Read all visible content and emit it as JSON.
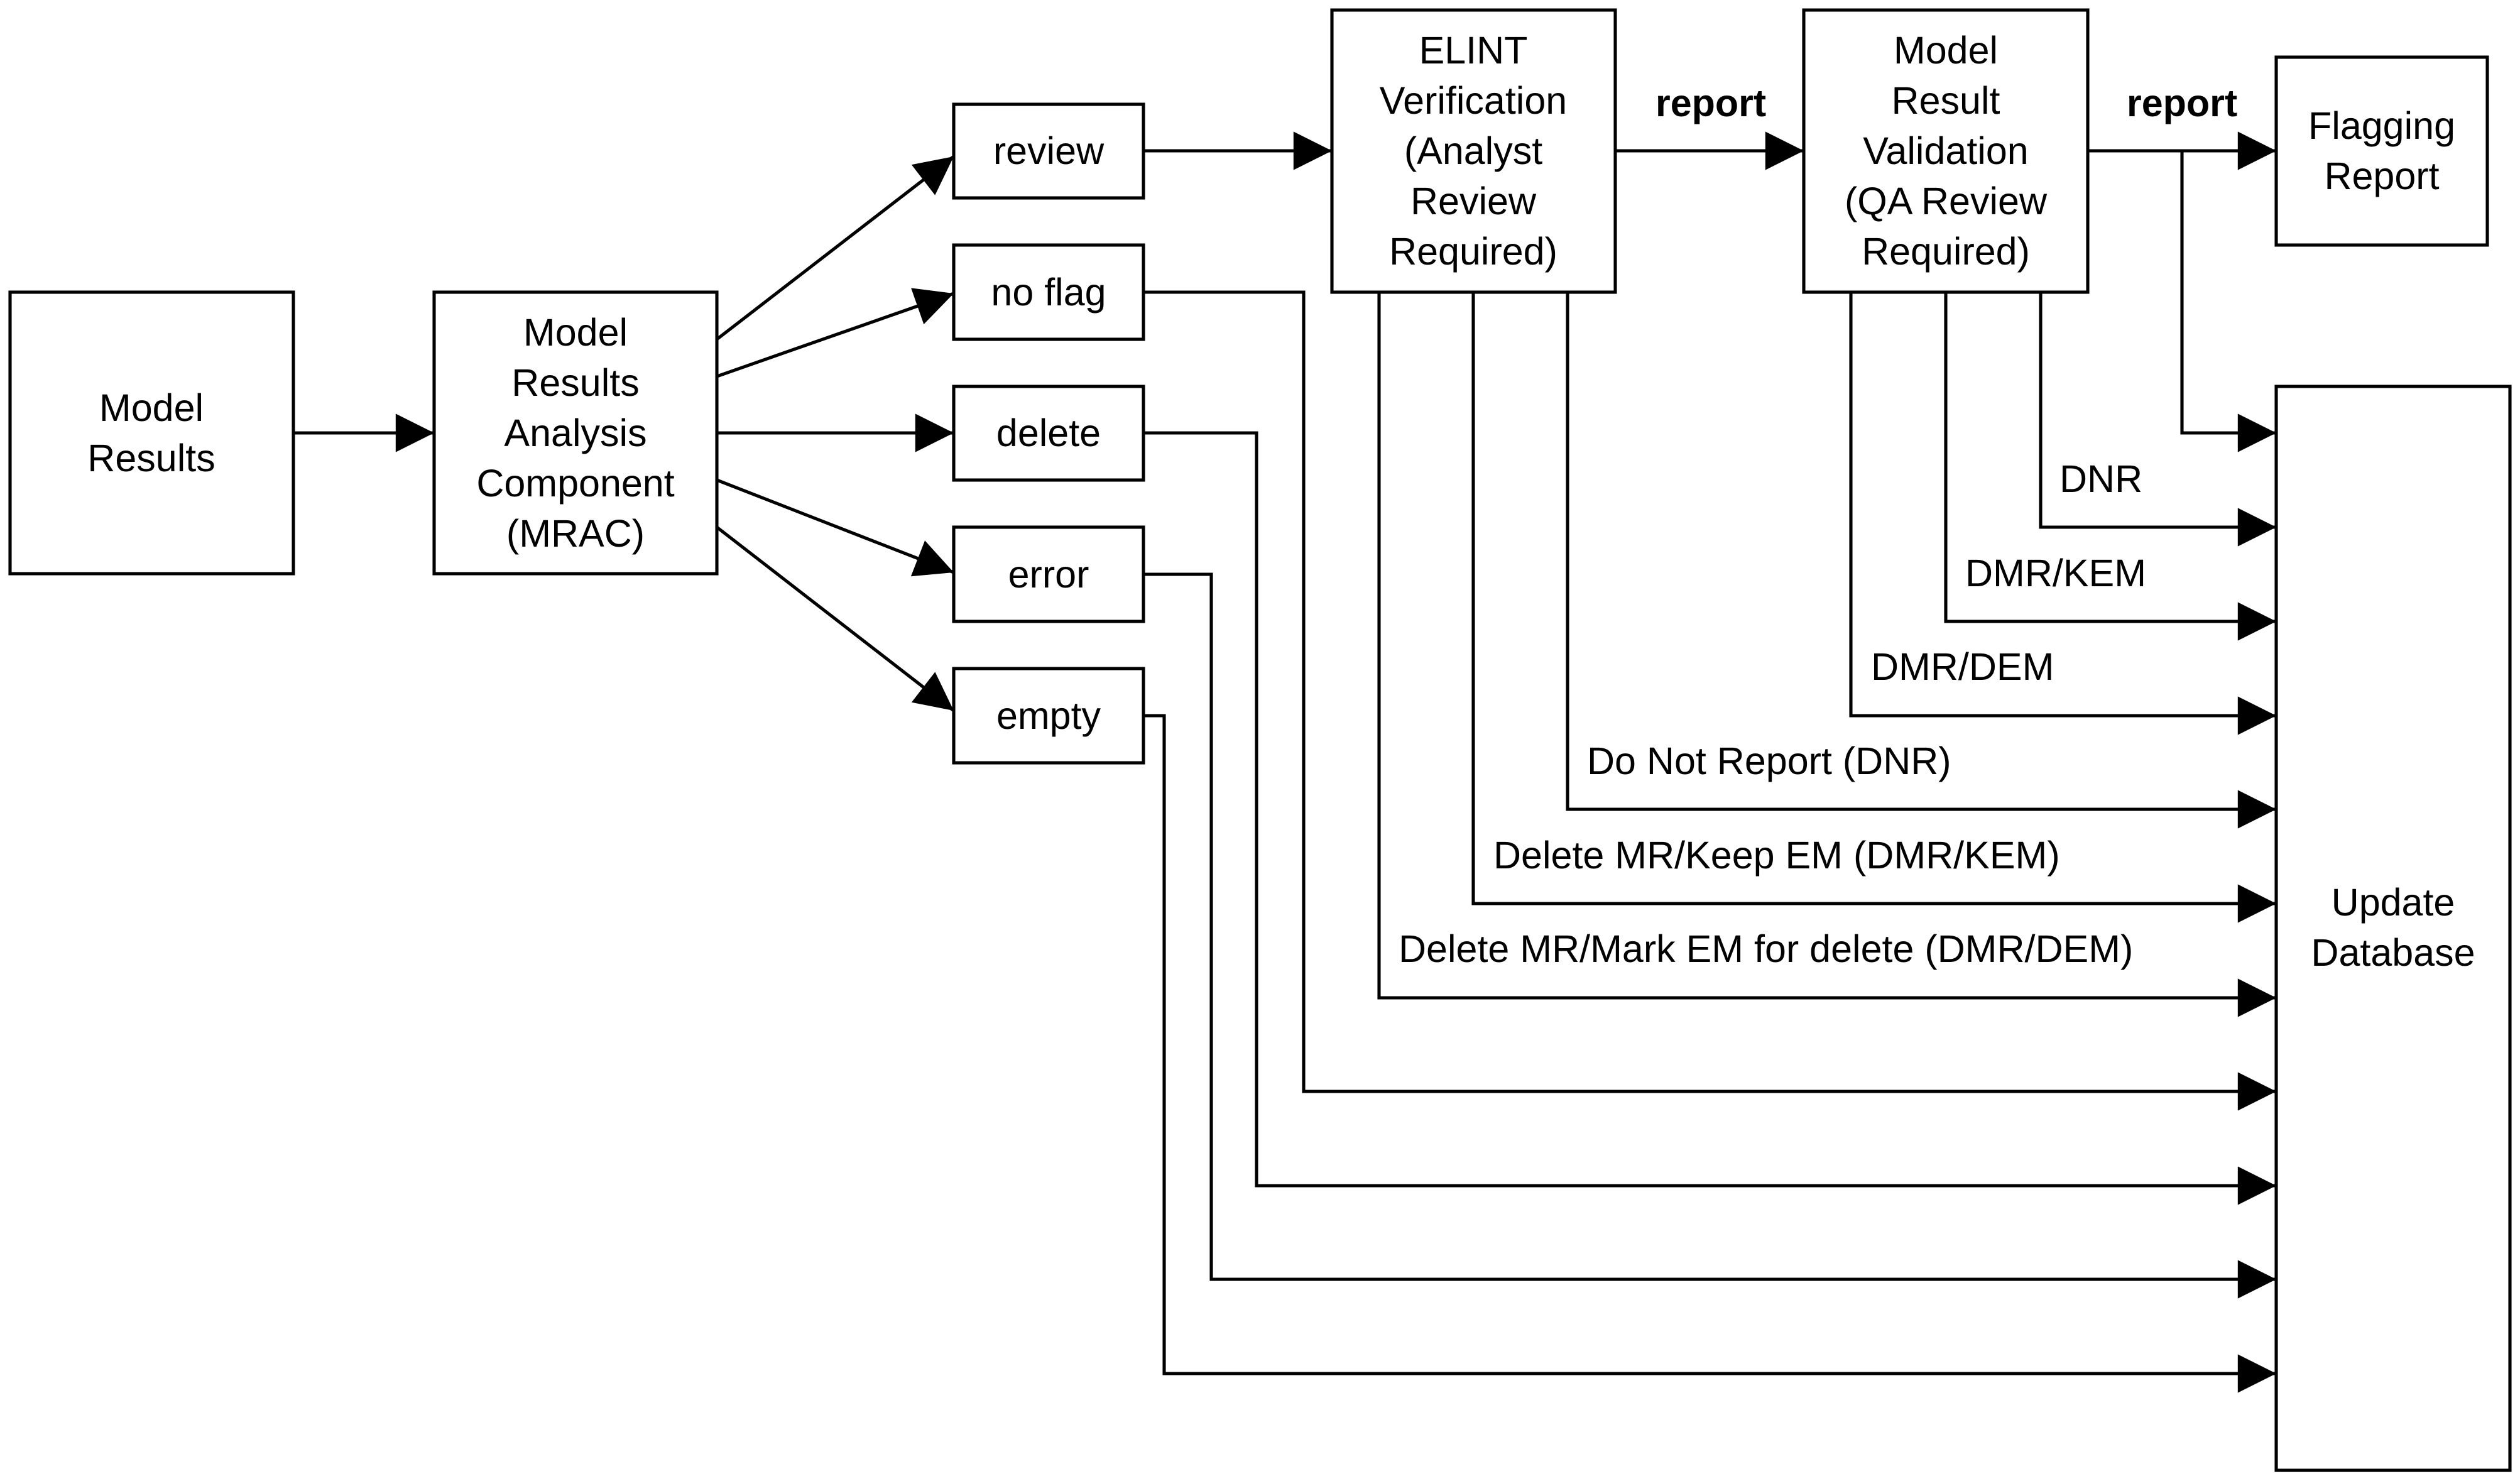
{
  "nodes": {
    "model_results": [
      "Model",
      "Results"
    ],
    "mrac": [
      "Model",
      "Results",
      "Analysis",
      "Component",
      "(MRAC)"
    ],
    "review": [
      "review"
    ],
    "no_flag": [
      "no flag"
    ],
    "delete": [
      "delete"
    ],
    "error": [
      "error"
    ],
    "empty": [
      "empty"
    ],
    "elint": [
      "ELINT",
      "Verification",
      "(Analyst",
      "Review",
      "Required)"
    ],
    "validation": [
      "Model",
      "Result",
      "Validation",
      "(QA Review",
      "Required)"
    ],
    "flagging": [
      "Flagging",
      "Report"
    ],
    "update_db": [
      "Update",
      "Database"
    ]
  },
  "edge_labels": {
    "report_1": "report",
    "report_2": "report",
    "dnr_short": "DNR",
    "dmr_kem_short": "DMR/KEM",
    "dmr_dem_short": "DMR/DEM",
    "dnr_long": "Do Not Report (DNR)",
    "dmr_kem_long": "Delete MR/Keep EM (DMR/KEM)",
    "dmr_dem_long": "Delete MR/Mark EM for delete (DMR/DEM)"
  }
}
